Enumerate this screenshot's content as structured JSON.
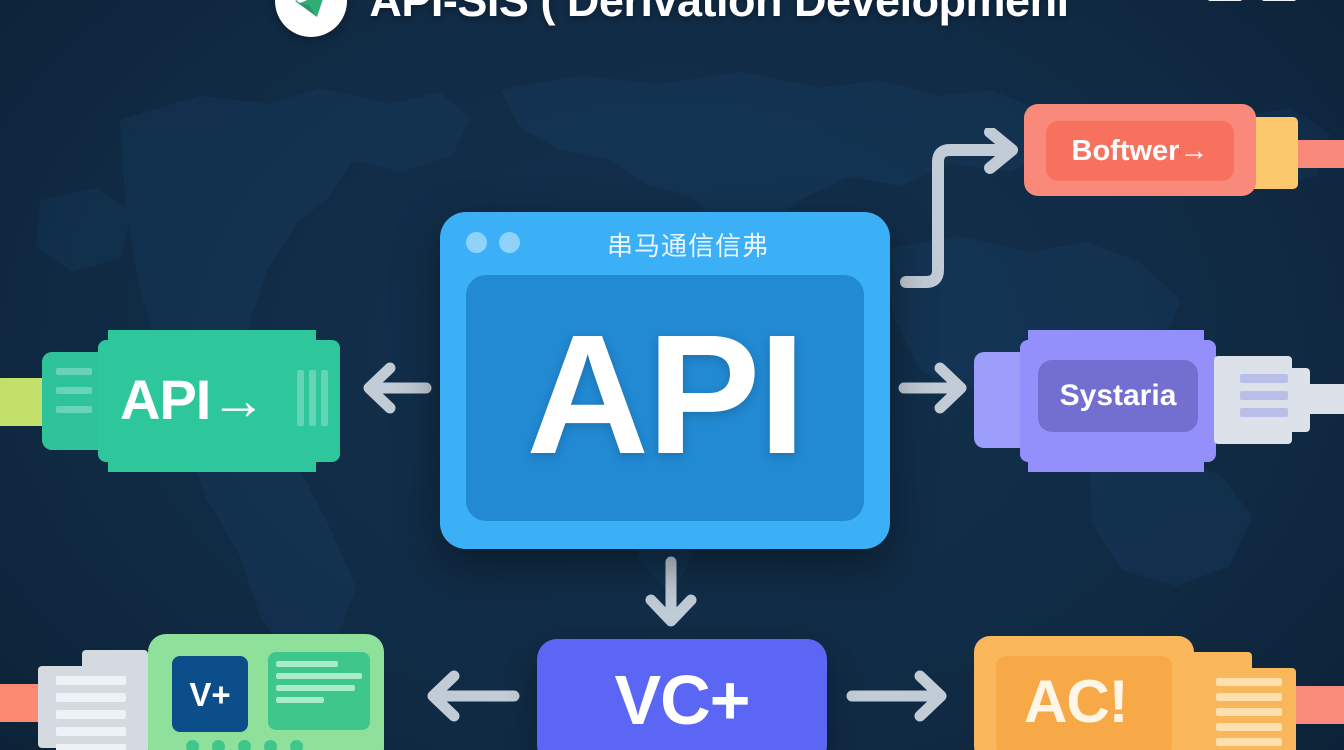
{
  "header": {
    "title": "API-SIS ( Derivation Developmenl",
    "logo_icon": "paper-plane-badge-icon",
    "marks": [
      "",
      ""
    ]
  },
  "browser": {
    "caption": "串马通信信弗",
    "screen_label": "API",
    "dots": [
      "",
      ""
    ]
  },
  "nodes": {
    "left_chip": {
      "label": "API→",
      "color": "#2ec79c",
      "cable_color": "#c3e06a"
    },
    "right_chip": {
      "label": "Systaria",
      "color": "#9490fb",
      "connector_color": "#dde2ea"
    },
    "top_right_box": {
      "label": "Boftwer→",
      "color": "#f8715f",
      "tab_color": "#fcc86d"
    },
    "bottom_center_box": {
      "label": "VC+",
      "color": "#5b66f5"
    },
    "bottom_right_box": {
      "label": "AC!",
      "color": "#f9b65a",
      "wire_color": "#f98b7a"
    },
    "bottom_left_card": {
      "label": "V+",
      "panel_color": "#8fe09a",
      "badge_color": "#0b4e89",
      "wire_color": "#fb8a72"
    }
  },
  "arrows": {
    "to_left_chip": "arrow-left-icon",
    "to_right_chip": "arrow-right-icon",
    "to_top_right_box": "arrow-elbow-up-right-icon",
    "to_bottom_center": "arrow-down-icon",
    "to_bottom_left": "arrow-left-icon",
    "to_bottom_right": "arrow-right-icon",
    "color": "#c2ccd6"
  },
  "theme": {
    "background": "#102a43",
    "accent_blue": "#3cb0f7",
    "screen_blue": "#2289d3"
  }
}
